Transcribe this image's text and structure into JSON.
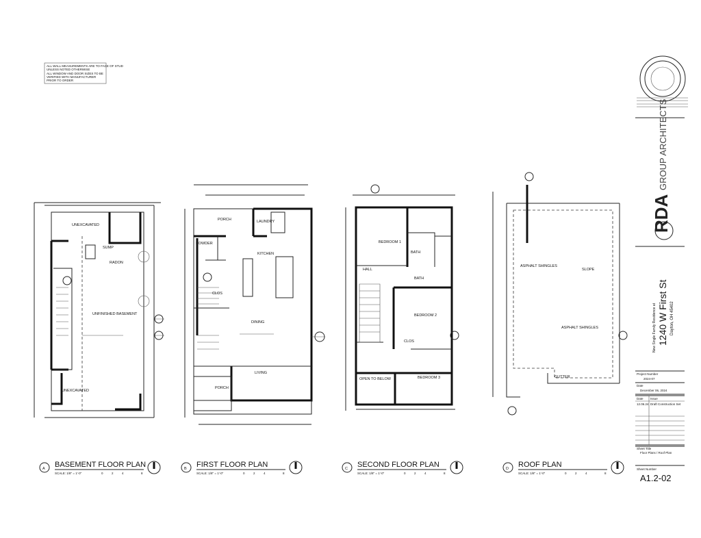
{
  "general_notes": [
    "ALL WALL MEASUREMENTS ARE TO FACE OF STUD",
    "UNLESS NOTED OTHERWISE",
    "ALL WINDOW AND DOOR SIZES TO BE",
    "VERIFIED WITH MANUFACTURER",
    "PRIOR TO ORDER"
  ],
  "plans": [
    {
      "letter": "A",
      "title": "BASEMENT FLOOR PLAN",
      "scale": "SCALE: 1/8\" = 1'-0\"",
      "ticks": [
        "0",
        "2",
        "4",
        "8"
      ],
      "rooms": [
        "UNEXCAVATED",
        "UNFINISHED BASEMENT",
        "UNEXCAVATED",
        "RADON",
        "SUMP"
      ]
    },
    {
      "letter": "B",
      "title": "FIRST FLOOR PLAN",
      "scale": "SCALE: 1/8\" = 1'-0\"",
      "ticks": [
        "0",
        "2",
        "4",
        "8"
      ],
      "rooms": [
        "PORCH",
        "LAUNDRY",
        "POWDER",
        "KITCHEN",
        "DINING",
        "LIVING",
        "PORCH",
        "CLOS"
      ]
    },
    {
      "letter": "C",
      "title": "SECOND FLOOR PLAN",
      "scale": "SCALE: 1/8\" = 1'-0\"",
      "ticks": [
        "0",
        "2",
        "4",
        "8"
      ],
      "rooms": [
        "BEDROOM 1",
        "BATH",
        "HALL",
        "BATH",
        "BEDROOM 2",
        "BEDROOM 3",
        "OPEN TO BELOW",
        "CLOS"
      ]
    },
    {
      "letter": "D",
      "title": "ROOF PLAN",
      "scale": "SCALE: 1/8\" = 1'-0\"",
      "ticks": [
        "0",
        "2",
        "4",
        "8"
      ],
      "rooms": [
        "ASPHALT SHINGLES",
        "ASPHALT SHINGLES",
        "SLOPE",
        "GUTTER"
      ]
    }
  ],
  "title_block": {
    "firm": "RDA",
    "firm_suffix": "GROUP ARCHITECTS",
    "project_type": "New Single Family Residence at",
    "address": "1240 W First St",
    "city": "Dayton, OH 45402",
    "project_number_label": "Project Number",
    "project_number": "2024-07",
    "date_label": "Date",
    "date": "December 06, 2024",
    "rev_date_label": "Date",
    "rev_issue_label": "Issue",
    "rev_date": "12.06.24",
    "rev_issue": "Draft Construction Set",
    "sheet_title_label": "Sheet Title",
    "sheet_title": "Floor Plans / Roof Plan",
    "sheet_number_label": "Sheet Number",
    "sheet_number": "A1.2-02"
  }
}
